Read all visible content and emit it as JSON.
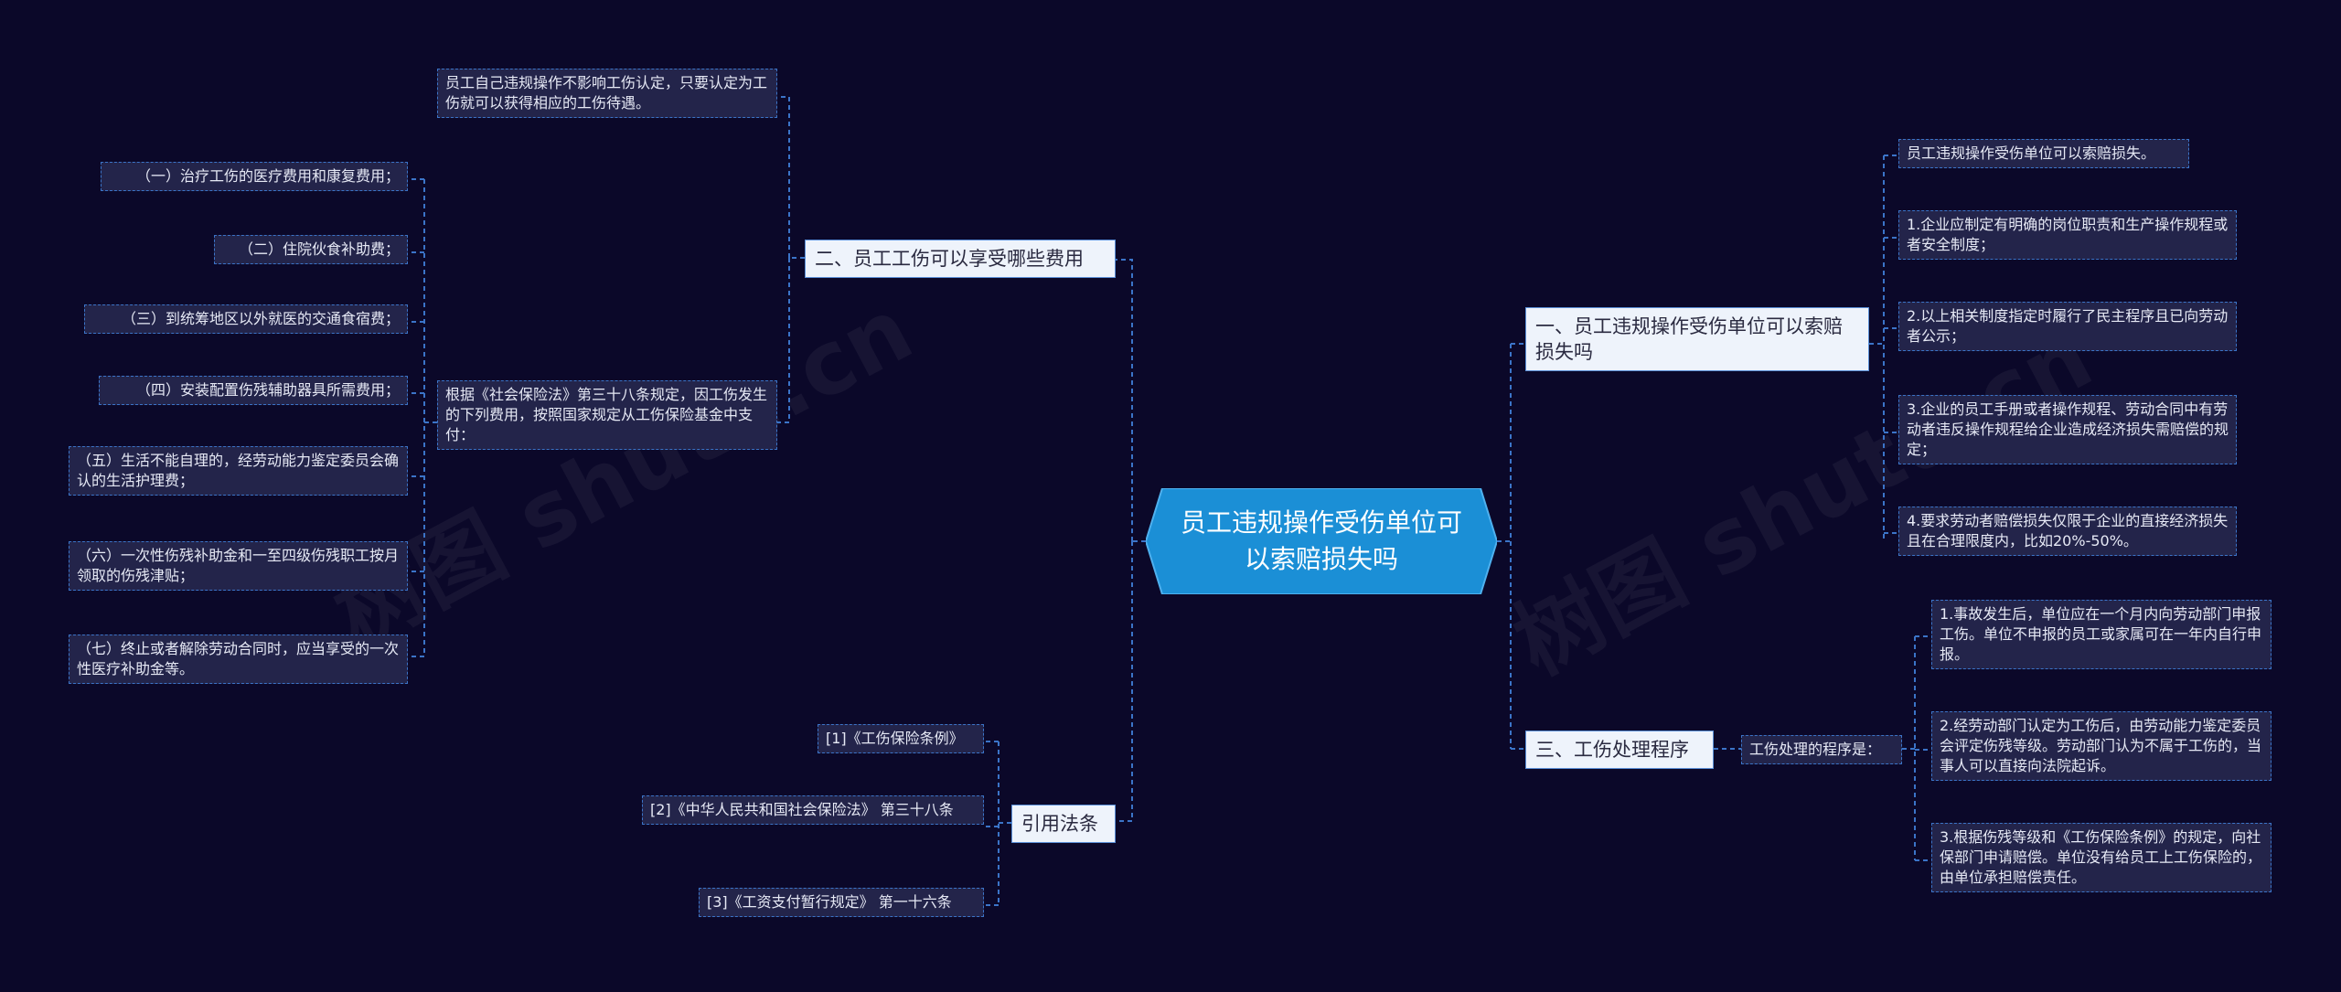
{
  "root": {
    "title": "员工违规操作受伤单位可以索赔损失吗"
  },
  "watermark": {
    "left": "树图 shutu.cn",
    "right": "树图 shutu.cn"
  },
  "branch_expenses": {
    "label": "二、员工工伤可以享受哪些费用",
    "note_self": "员工自己违规操作不影响工伤认定，只要认定为工伤就可以获得相应的工伤待遇。",
    "note_law": "根据《社会保险法》第三十八条规定，因工伤发生的下列费用，按照国家规定从工伤保险基金中支付：",
    "items": [
      "（一）治疗工伤的医疗费用和康复费用；",
      "（二）住院伙食补助费；",
      "（三）到统筹地区以外就医的交通食宿费；",
      "（四）安装配置伤残辅助器具所需费用；",
      "（五）生活不能自理的，经劳动能力鉴定委员会确认的生活护理费；",
      "（六）一次性伤残补助金和一至四级伤残职工按月领取的伤残津贴；",
      "（七）终止或者解除劳动合同时，应当享受的一次性医疗补助金等。"
    ]
  },
  "branch_refs": {
    "label": "引用法条",
    "items": [
      "[1]《工伤保险条例》",
      "[2]《中华人民共和国社会保险法》 第三十八条",
      "[3]《工资支付暂行规定》 第一十六条"
    ]
  },
  "branch_claim": {
    "label": "一、员工违规操作受伤单位可以索赔损失吗",
    "items": [
      "员工违规操作受伤单位可以索赔损失。",
      "1.企业应制定有明确的岗位职责和生产操作规程或者安全制度；",
      "2.以上相关制度指定时履行了民主程序且已向劳动者公示；",
      "3.企业的员工手册或者操作规程、劳动合同中有劳动者违反操作规程给企业造成经济损失需赔偿的规定；",
      "4.要求劳动者赔偿损失仅限于企业的直接经济损失且在合理限度内，比如20%-50%。"
    ]
  },
  "branch_procedure": {
    "label": "三、工伤处理程序",
    "sub_label": "工伤处理的程序是：",
    "items": [
      "1.事故发生后，单位应在一个月内向劳动部门申报工伤。单位不申报的员工或家属可在一年内自行申报。",
      "2.经劳动部门认定为工伤后，由劳动能力鉴定委员会评定伤残等级。劳动部门认为不属于工伤的，当事人可以直接向法院起诉。",
      "3.根据伤残等级和《工伤保险条例》的规定，向社保部门申请赔偿。单位没有给员工上工伤保险的，由单位承担赔偿责任。"
    ]
  },
  "colors": {
    "background": "#0b0829",
    "root": "#1b8fd6",
    "link": "#3b74c8",
    "leaf_bg": "#23244a",
    "branch_bg": "#eef3fb"
  }
}
